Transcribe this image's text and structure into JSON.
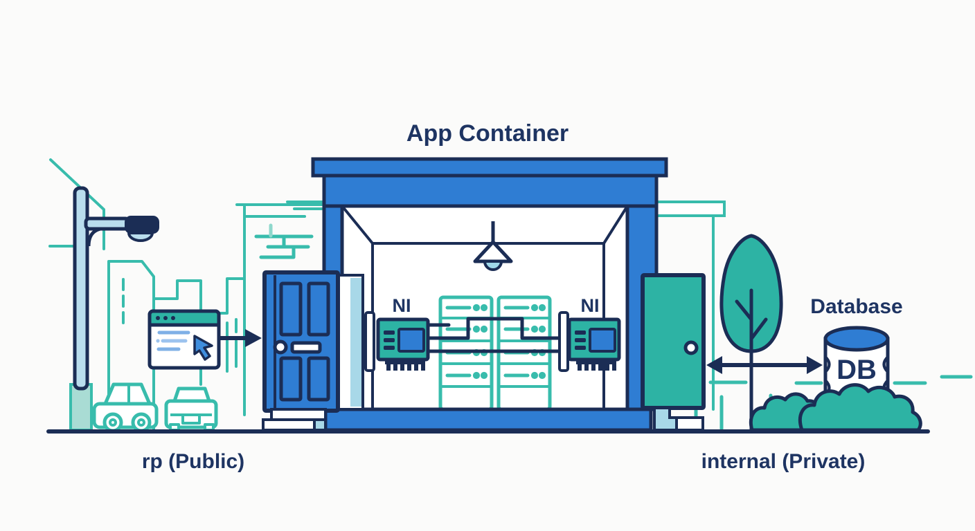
{
  "diagram": {
    "title": "App Container",
    "networks": {
      "public_label": "rp (Public)",
      "private_label": "internal (Private)"
    },
    "nics": {
      "left_label": "NI",
      "right_label": "NI"
    },
    "database": {
      "label": "Database",
      "badge": "DB"
    },
    "icons": {
      "browser": "browser-window-icon",
      "cursor": "cursor-icon",
      "arrow_in": "arrow-right-icon",
      "arrow_db": "double-arrow-icon",
      "lamp": "street-lamp-icon",
      "ceiling_lamp": "ceiling-lamp-icon",
      "cars": "car-icon",
      "tree": "tree-icon",
      "bush": "bush-icon",
      "racks": "server-rack-icon",
      "nic": "nic-card-icon",
      "doors": "door-icon",
      "db": "database-cylinder-icon"
    },
    "colors": {
      "navy_outline": "#1b2d55",
      "text_navy": "#1e3462",
      "blue": "#2f7dd3",
      "teal_fill": "#2db3a4",
      "teal_outline": "#38bcac",
      "light_blue": "#b9dded",
      "browser_line_blue": "#7fb0e6",
      "background": "#fbfbfa"
    }
  }
}
